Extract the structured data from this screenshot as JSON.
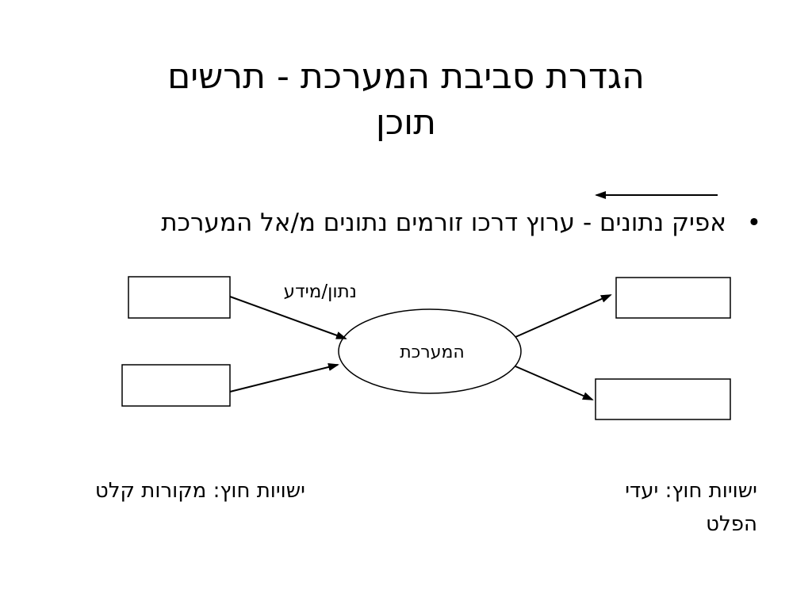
{
  "title": {
    "line1": "הגדרת סביבת המערכת - תרשים",
    "line2": "תוכן"
  },
  "bullet": {
    "symbol": "•",
    "text": "אפיק נתונים - ערוץ דרכו זורמים נתונים מ/אל המערכת"
  },
  "diagram": {
    "flow_label": "נתון/מידע",
    "system_label": "המערכת",
    "nodes": [
      {
        "role": "source",
        "label": ""
      },
      {
        "role": "source",
        "label": ""
      },
      {
        "role": "sink",
        "label": ""
      },
      {
        "role": "sink",
        "label": ""
      }
    ],
    "edges": [
      {
        "from": "source-1",
        "to": "system"
      },
      {
        "from": "source-2",
        "to": "system"
      },
      {
        "from": "system",
        "to": "sink-1"
      },
      {
        "from": "system",
        "to": "sink-2"
      }
    ]
  },
  "captions": {
    "left": "ישויות חוץ: מקורות קלט",
    "right": "ישויות חוץ: יעדי הפלט"
  }
}
